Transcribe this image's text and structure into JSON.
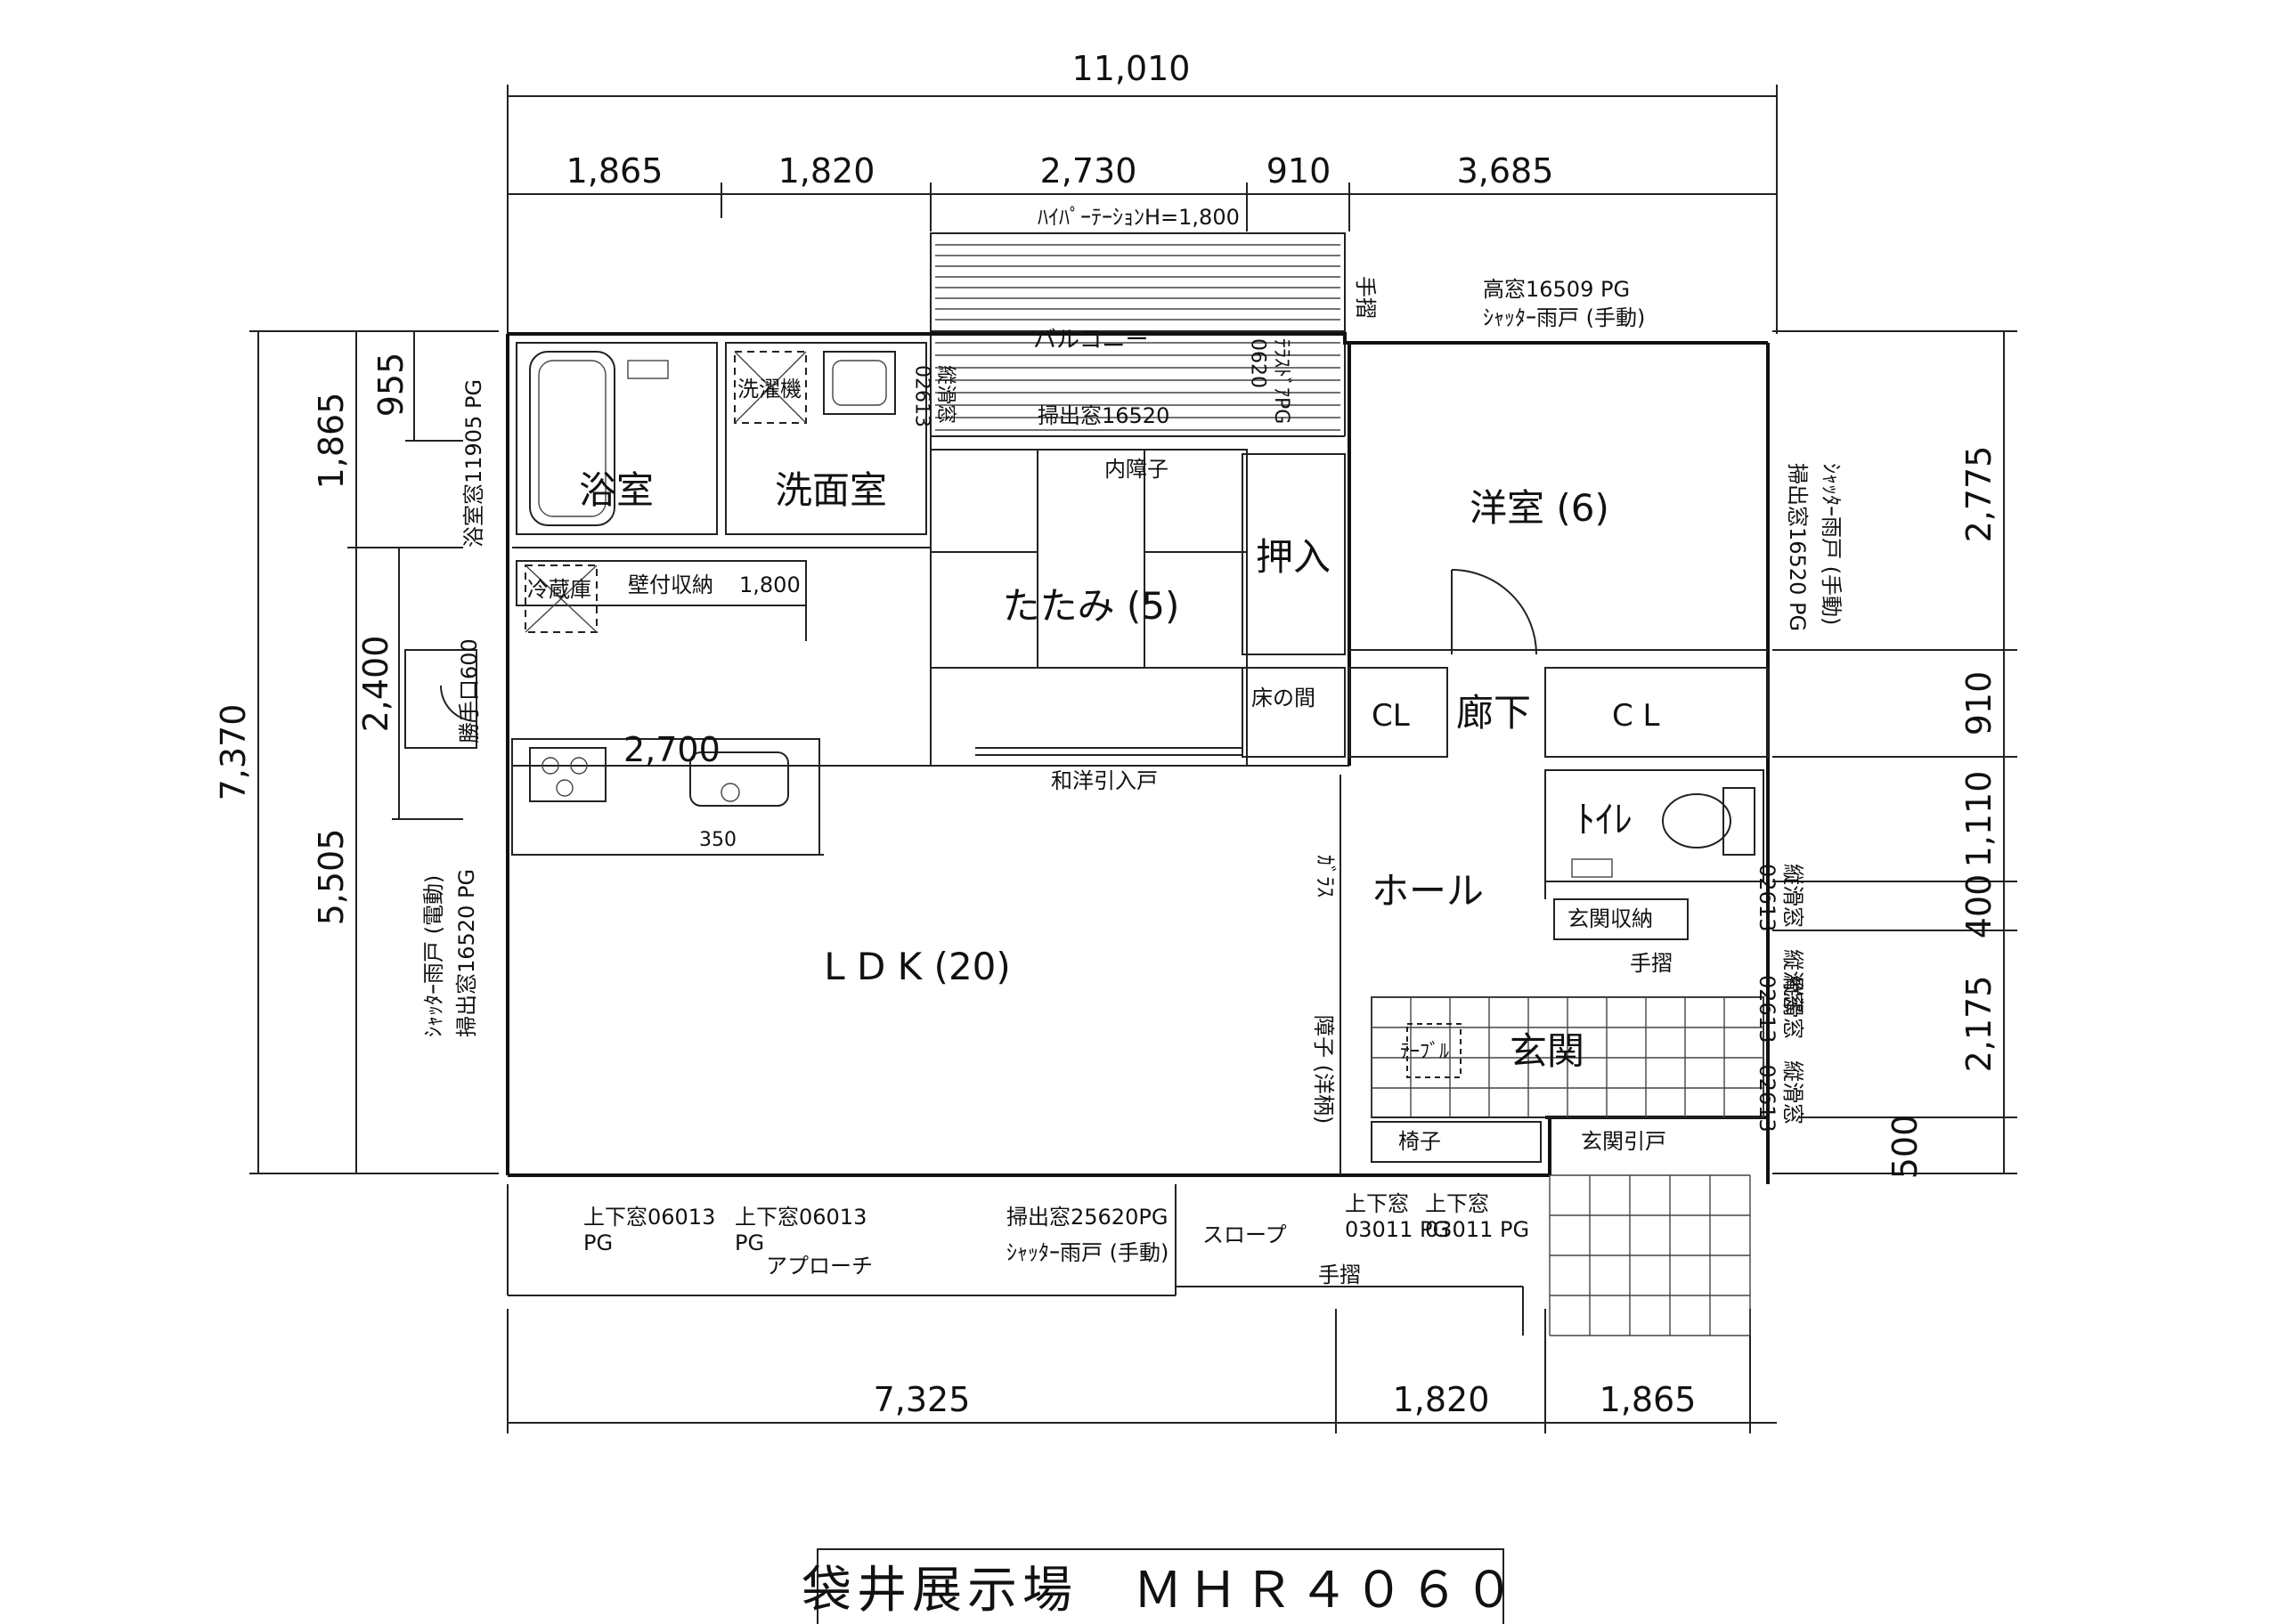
{
  "title": "袋井展示場　ＭＨＲ４０６０",
  "dimensions": {
    "top_total": "11,010",
    "top": [
      "1,865",
      "1,820",
      "2,730",
      "910",
      "3,685"
    ],
    "bottom": [
      "7,325",
      "1,820",
      "1,865"
    ],
    "left_total": "7,370",
    "left": [
      "1,865",
      "955",
      "2,400",
      "5,505"
    ],
    "right": [
      "2,775",
      "910",
      "1,110",
      "400",
      "2,175",
      "500"
    ]
  },
  "rooms": {
    "bath": "浴室",
    "washroom": "洗面室",
    "tatami": "たたみ (5)",
    "oshiire": "押入",
    "western": "洋室 (6)",
    "ldk": "L D K (20)",
    "hall": "ホール",
    "entrance": "玄関",
    "corridor": "廊下",
    "toilet": "ﾄｲﾚ",
    "cl1": "CL",
    "cl2": "C L",
    "tokonoma": "床の間",
    "balcony": "バルコニー",
    "approach": "アプローチ",
    "slope": "スロープ"
  },
  "fixtures": {
    "washer": "洗濯機",
    "fridge": "冷蔵庫",
    "wall_storage": "壁付収納",
    "wall_storage_len": "1,800",
    "kitchen_len": "2,700",
    "counter": "350",
    "entrance_storage": "玄関収納",
    "table": "ﾃｰﾌﾞﾙ",
    "chair": "椅子",
    "handrail": "手摺"
  },
  "notes": {
    "partition": "ﾊｲﾊﾟｰﾃｰｼｮﾝH=1,800",
    "high_window": "高窓16509 PG",
    "shutter_manual": "ｼｬｯﾀｰ雨戸 (手動)",
    "sweep_window_16520": "掃出窓16520",
    "inner_shoji": "内障子",
    "slide_window_02613": "縦滑窓\n02613",
    "glass_door": "ﾃﾗｽﾄﾞｱPG\n0620",
    "bath_window": "浴室窓11905 PG",
    "back_door": "勝手口600",
    "shutter_electric": "ｼｬｯﾀｰ雨戸 (電動)",
    "sweep_window_left": "掃出窓16520 PG",
    "sweep_window_right": "掃出窓16520 PG",
    "shutter_manual_right": "ｼｬｯﾀｰ雨戸 (手動)",
    "glass": "ｶﾞﾗｽ",
    "shoji_western": "障子 (洋柄)",
    "sliding_door": "和洋引入戸",
    "entrance_door": "玄関引戸",
    "window_updown_1": "上下窓06013\nPG",
    "window_updown_2": "上下窓06013\nPG",
    "sweep_window_south": "掃出窓25620PG",
    "shutter_manual_south": "ｼｬｯﾀｰ雨戸 (手動)",
    "window_updown_3": "上下窓\n03011 PG",
    "window_updown_4": "上下窓\n03011 PG",
    "slide_window_right_1": "縦滑窓　縦滑窓\n02613",
    "slide_window_right_2": "縦滑窓　縦滑窓\n02613　02613"
  }
}
